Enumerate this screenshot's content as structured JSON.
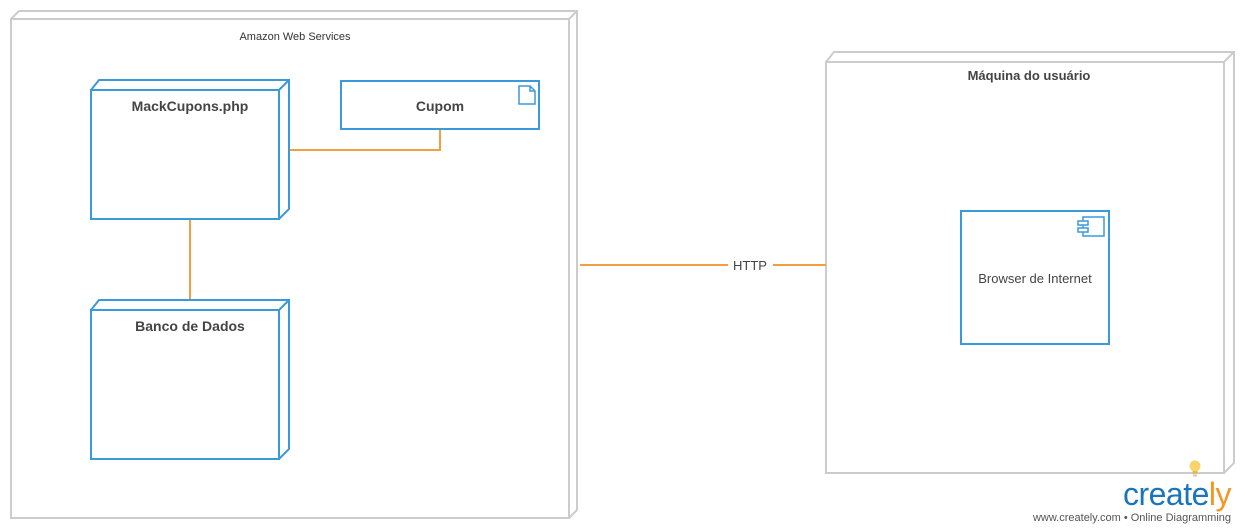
{
  "diagram": {
    "aws": {
      "title": "Amazon Web Services"
    },
    "mackcupons": {
      "title": "MackCupons.php"
    },
    "cupom": {
      "title": "Cupom"
    },
    "banco": {
      "title": "Banco de Dados"
    },
    "user_machine": {
      "title": "Máquina do usuário"
    },
    "browser": {
      "title": "Browser de Internet"
    },
    "link": {
      "label": "HTTP"
    }
  },
  "watermark": {
    "brand_main": "create",
    "brand_accent": "ly",
    "tagline": "www.creately.com • Online Diagramming"
  },
  "colors": {
    "node_stroke": "#3a9ad9",
    "container_stroke": "#cccccc",
    "connector": "#f0a040",
    "brand_blue": "#1a75bb",
    "brand_orange": "#f7941d"
  },
  "icons": {
    "document": "document-icon",
    "component": "component-icon",
    "bulb": "lightbulb-icon"
  }
}
